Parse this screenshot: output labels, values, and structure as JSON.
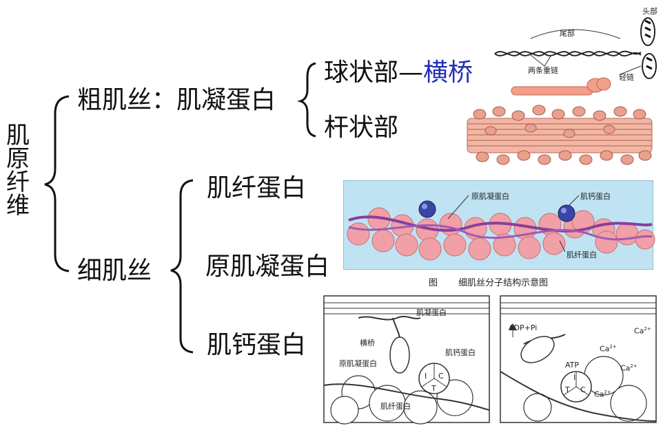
{
  "root_label": "肌原纤维",
  "thick": {
    "label": "粗肌丝：肌凝蛋白",
    "branches": [
      "球状部",
      "杆状部"
    ],
    "dash": "—",
    "crossbridge": "横桥",
    "crossbridge_color": "#1f2fb5",
    "figure_labels": {
      "head": "头部",
      "tail": "尾部",
      "heavy": "两条重链",
      "light": "轻链"
    }
  },
  "thin": {
    "label": "细肌丝",
    "components": [
      "肌纤蛋白",
      "原肌凝蛋白",
      "肌钙蛋白"
    ],
    "figure": {
      "labels": {
        "tropomyosin": "原肌凝蛋白",
        "troponin": "肌钙蛋白",
        "actin": "肌纤蛋白"
      },
      "caption_prefix": "图",
      "caption": "细肌丝分子结构示意图",
      "bg_color": "#bfe3f2",
      "actin_color": "#f0a0a6",
      "troponin_color": "#3b45a8"
    }
  },
  "mechanism": {
    "left": {
      "top": "肌凝蛋白",
      "crossbridge": "横桥",
      "troponin": "肌钙蛋白",
      "tropomyosin": "原肌凝蛋白",
      "actin": "肌纤蛋白",
      "subunits": [
        "I",
        "C",
        "T"
      ]
    },
    "right": {
      "adp": "ADP+Pi",
      "atp": "ATP",
      "ion": "Ca",
      "ion_charge": "2+",
      "subunits": [
        "I",
        "T",
        "C"
      ]
    }
  }
}
